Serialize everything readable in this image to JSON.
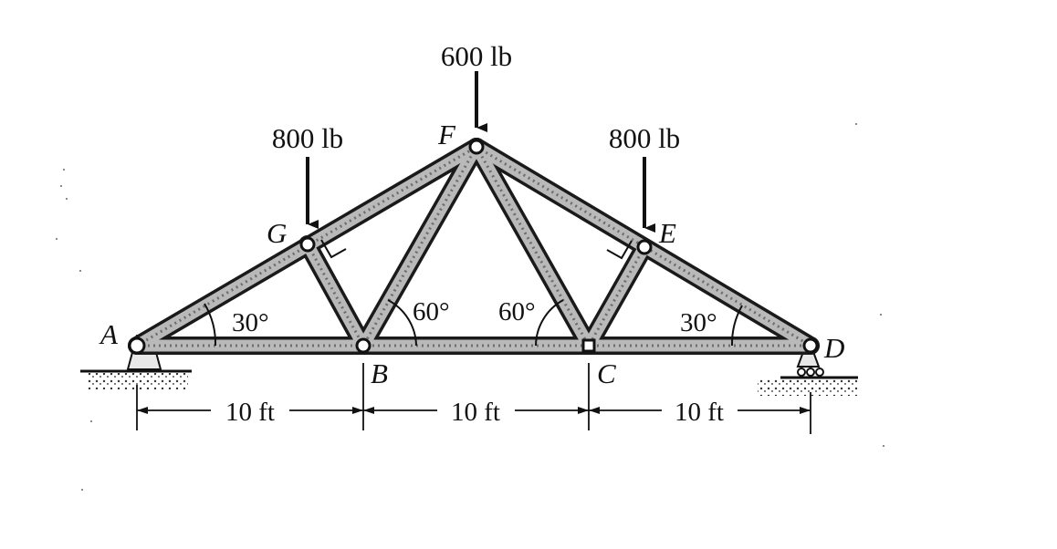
{
  "loads": {
    "top": "600 lb",
    "left": "800 lb",
    "right": "800 lb"
  },
  "nodes": {
    "A": "A",
    "B": "B",
    "C": "C",
    "D": "D",
    "E": "E",
    "F": "F",
    "G": "G"
  },
  "angles": {
    "a": "30°",
    "b": "60°",
    "c": "60°",
    "d": "30°"
  },
  "dimensions": {
    "ab": "10 ft",
    "bc": "10 ft",
    "cd": "10 ft"
  }
}
